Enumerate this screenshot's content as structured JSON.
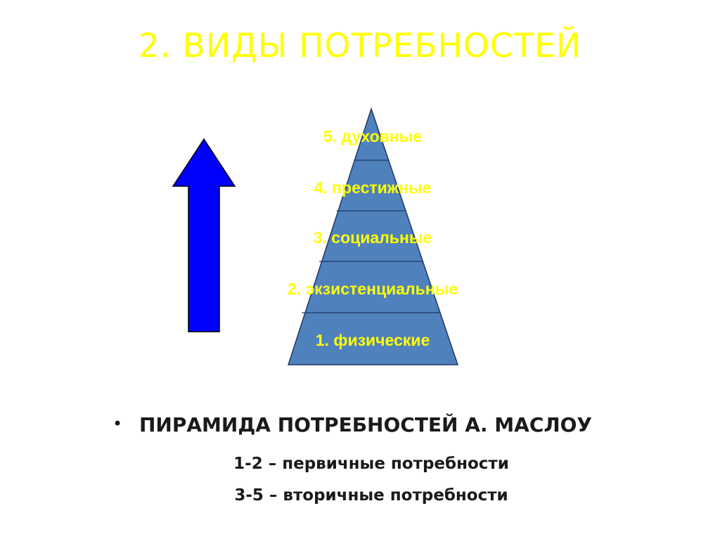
{
  "slide": {
    "title": "2. ВИДЫ ПОТРЕБНОСТЕЙ"
  },
  "pyramid": {
    "fill_color": "#4f81bd",
    "stroke_color": "#1f3864",
    "label_color": "#ffff00",
    "levels": [
      {
        "label": "5. духовные"
      },
      {
        "label": "4. престижные"
      },
      {
        "label": "3. социальные"
      },
      {
        "label": "2. экзистенциальные"
      },
      {
        "label": "1. физические"
      }
    ]
  },
  "arrow": {
    "icon": "up-arrow-icon",
    "fill_color": "#0000ff",
    "stroke_color": "#000000"
  },
  "caption": {
    "heading": "ПИРАМИДА ПОТРЕБНОСТЕЙ А. МАСЛОУ",
    "lines": [
      "1-2 – первичные потребности",
      "3-5 – вторичные потребности"
    ]
  }
}
